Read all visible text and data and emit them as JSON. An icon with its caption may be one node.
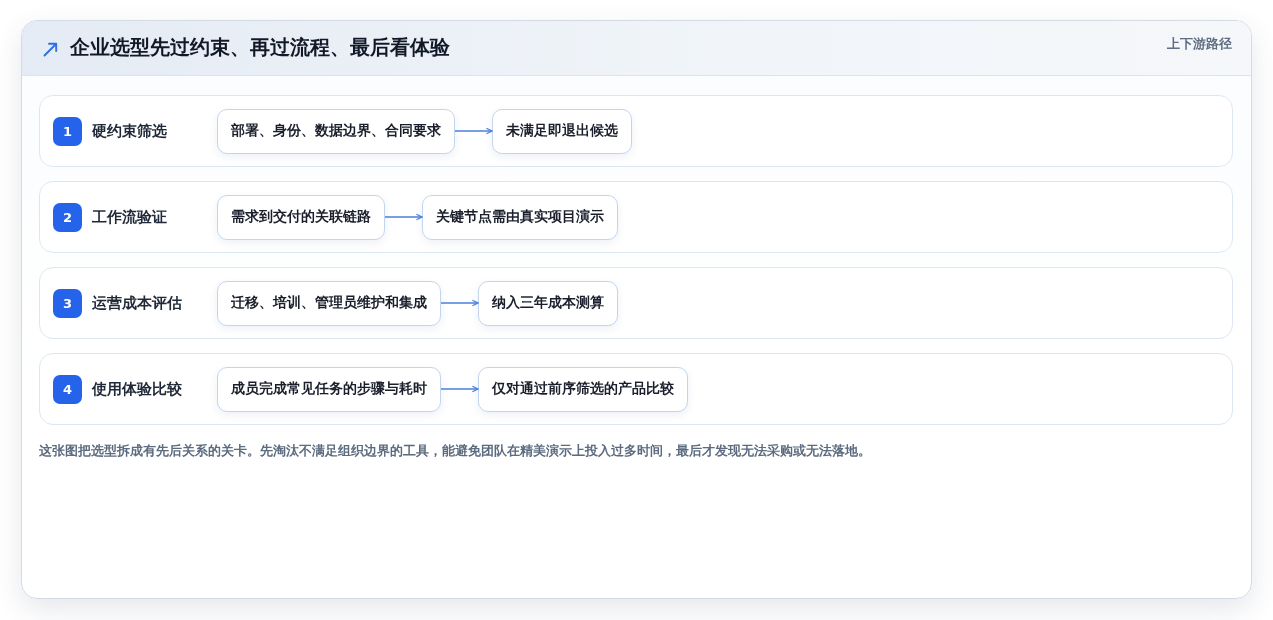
{
  "diagram": {
    "title": "企业选型先过约束、再过流程、最后看体验",
    "caption": "这张图把选型拆成有先后关系的关卡。先淘汰不满足组织边界的工具，能避免团队在精美演示上投入过多时间，最后才发现无法采购或无法落地。",
    "labels": [
      "上下游路径"
    ],
    "nodes": [
      {
        "text": [
          "硬约束筛选"
        ]
      },
      {
        "text": [
          "1"
        ],
        "in": 0
      },
      {
        "text": [
          "部署、身份、数据边界、合同要求"
        ],
        "in": 0
      },
      {
        "text": [
          "未满足即退出候选"
        ],
        "in": 0
      },
      {
        "text": [
          "工作流验证"
        ]
      },
      {
        "text": [
          "2"
        ],
        "in": 4
      },
      {
        "text": [
          "需求到交付的关联链路"
        ],
        "in": 4
      },
      {
        "text": [
          "关键节点需由真实项目演示"
        ],
        "in": 4
      },
      {
        "text": [
          "运营成本评估"
        ]
      },
      {
        "text": [
          "3"
        ],
        "in": 8
      },
      {
        "text": [
          "迁移、培训、管理员维护和集成"
        ],
        "in": 8
      },
      {
        "text": [
          "纳入三年成本测算"
        ],
        "in": 8
      },
      {
        "text": [
          "使用体验比较"
        ]
      },
      {
        "text": [
          "4"
        ],
        "in": 12
      },
      {
        "text": [
          "成员完成常见任务的步骤与耗时"
        ],
        "in": 12
      },
      {
        "text": [
          "仅对通过前序筛选的产品比较"
        ],
        "in": 12
      }
    ],
    "edges": [
      {
        "from": 2,
        "to": 3,
        "arrow": "to"
      },
      {
        "from": 6,
        "to": 7,
        "arrow": "to"
      },
      {
        "from": 10,
        "to": 11,
        "arrow": "to"
      },
      {
        "from": 14,
        "to": 15,
        "arrow": "to"
      }
    ]
  }
}
